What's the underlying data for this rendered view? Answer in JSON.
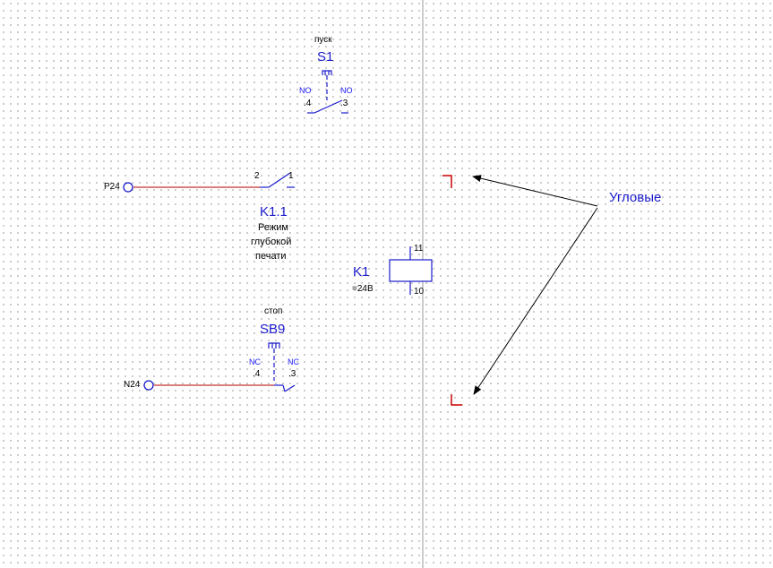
{
  "diagram": {
    "colors": {
      "wire": "#c83232",
      "symbol": "#1a1acc",
      "text": "#000000",
      "corner_marker": "#c80000",
      "callout_arrow": "#000000",
      "divider": "#9a9a9a"
    },
    "switch_s1": {
      "purpose": "пуск",
      "designation": "S1",
      "left_type": "NO",
      "right_type": "NO",
      "left_terminal": ".4",
      "right_terminal": ".3"
    },
    "contact_k11": {
      "left_pin": "2",
      "right_pin": "1",
      "designation": "K1.1",
      "purpose_lines": [
        "Режим",
        "глубокой",
        "печати"
      ]
    },
    "terminal_p24": "P24",
    "terminal_n24": "N24",
    "relay_k1": {
      "designation": "K1",
      "voltage": "=24В",
      "top_pin": "11",
      "bottom_pin": "10"
    },
    "switch_sb9": {
      "purpose": "стоп",
      "designation": "SB9",
      "left_type": "NC",
      "right_type": "NC",
      "left_terminal": ".4",
      "right_terminal": ".3"
    },
    "callout": "Угловые"
  }
}
